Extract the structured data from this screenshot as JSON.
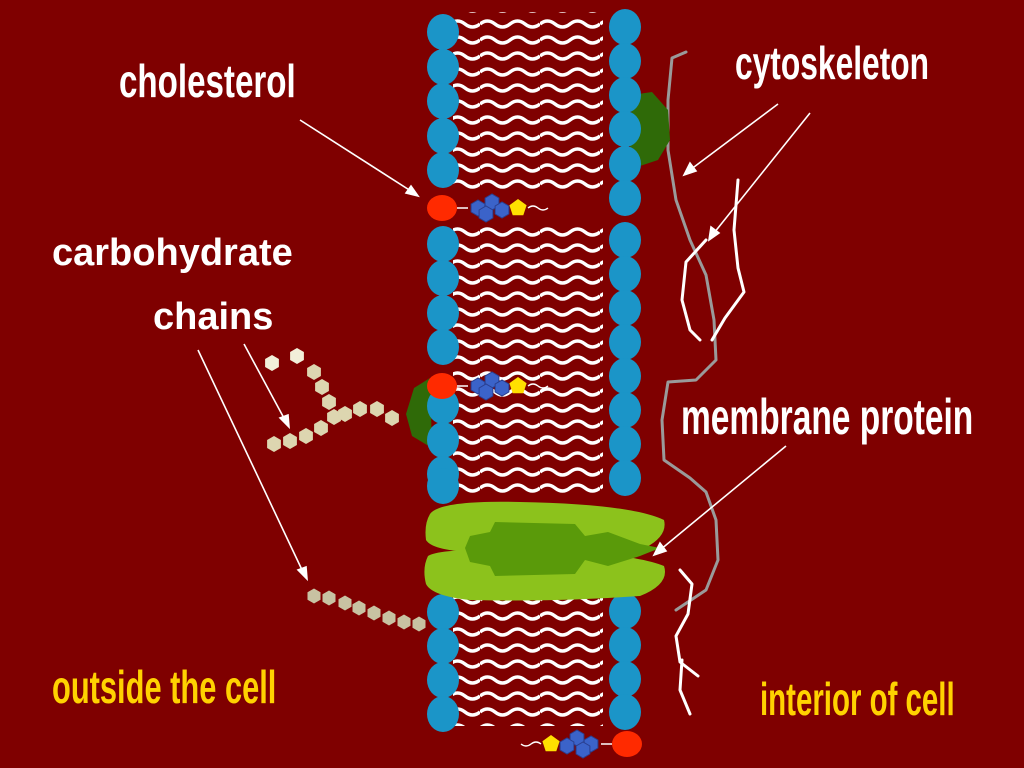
{
  "labels": {
    "cholesterol": "cholesterol",
    "cytoskeleton": "cytoskeleton",
    "carbohydrate_line1": "carbohydrate",
    "carbohydrate_line2": "chains",
    "membrane_protein": "membrane protein",
    "outside": "outside the cell",
    "interior": "interior of cell"
  },
  "colors": {
    "background": "#7f0000",
    "phospholipid_head": "#1b95c8",
    "tail": "#ffffff",
    "cholesterol_head": "#ff2a00",
    "cholesterol_ring": "#3b63c9",
    "cholesterol_pentagon": "#ffe000",
    "peripheral_protein": "#2f6a08",
    "transmembrane_protein": "#8cc21c",
    "transmembrane_core": "#5a9a0a",
    "carbohydrate": "#ddd6b0",
    "cytoskeleton_gray": "#9a9a9a",
    "cytoskeleton_white": "#ffffff",
    "label_white": "#ffffff",
    "label_yellow": "#ffd200"
  }
}
